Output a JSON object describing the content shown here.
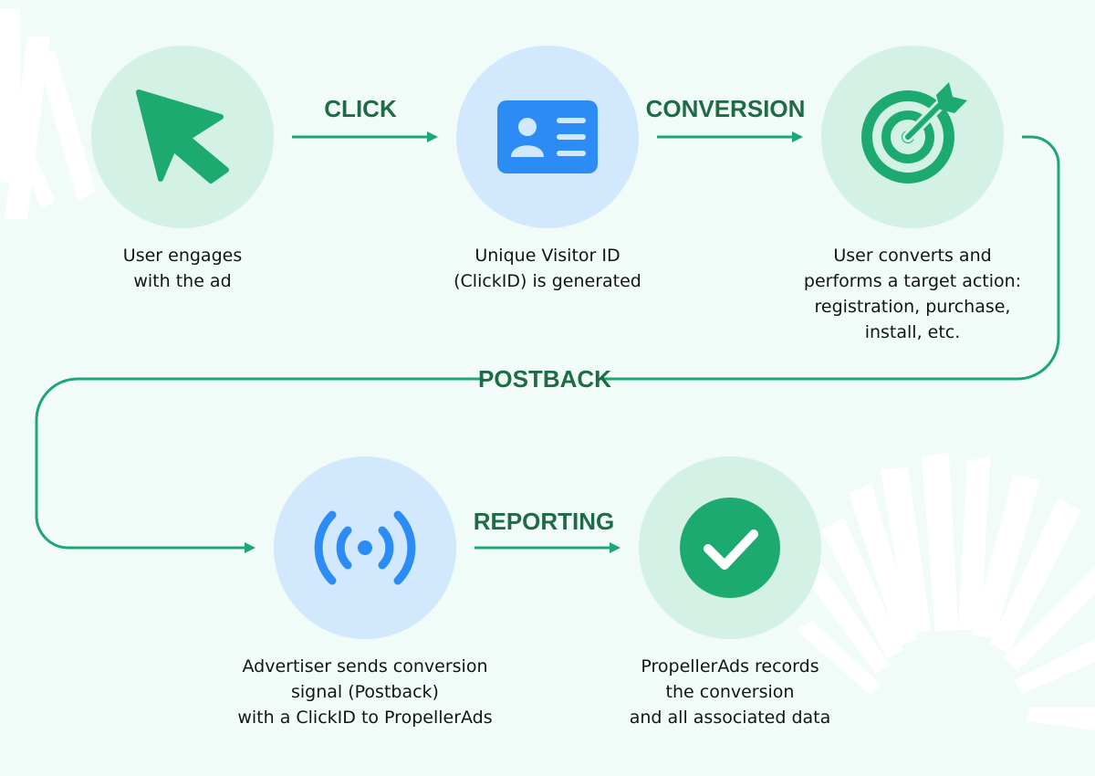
{
  "colors": {
    "background": "#f1fcf8",
    "line": "#1fa676",
    "edge_label": "#1e6b46",
    "circle_green": "#d4f1e5",
    "circle_blue": "#d2e8fd",
    "icon_green": "#1daa70",
    "icon_blue": "#2c8cf5",
    "burst": "#ffffff"
  },
  "nodes": [
    {
      "id": "engage",
      "icon": "cursor-icon",
      "lines": [
        "User engages",
        "with the ad"
      ]
    },
    {
      "id": "visitor-id",
      "icon": "id-card-icon",
      "lines": [
        "Unique Visitor ID",
        "(ClickID) is generated"
      ]
    },
    {
      "id": "convert",
      "icon": "target-icon",
      "lines": [
        "User converts and",
        "performs a target action:",
        "registration, purchase,",
        "install, etc."
      ]
    },
    {
      "id": "postback-signal",
      "icon": "signal-broadcast-icon",
      "lines": [
        "Advertiser sends conversion",
        "signal (Postback)",
        "with a ClickID to PropellerAds"
      ]
    },
    {
      "id": "record",
      "icon": "check-circle-icon",
      "lines": [
        "PropellerAds records",
        "the conversion",
        "and all associated data"
      ]
    }
  ],
  "edges": [
    {
      "id": "click",
      "label": "CLICK"
    },
    {
      "id": "conversion",
      "label": "CONVERSION"
    },
    {
      "id": "postback",
      "label": "POSTBACK"
    },
    {
      "id": "reporting",
      "label": "REPORTING"
    }
  ]
}
